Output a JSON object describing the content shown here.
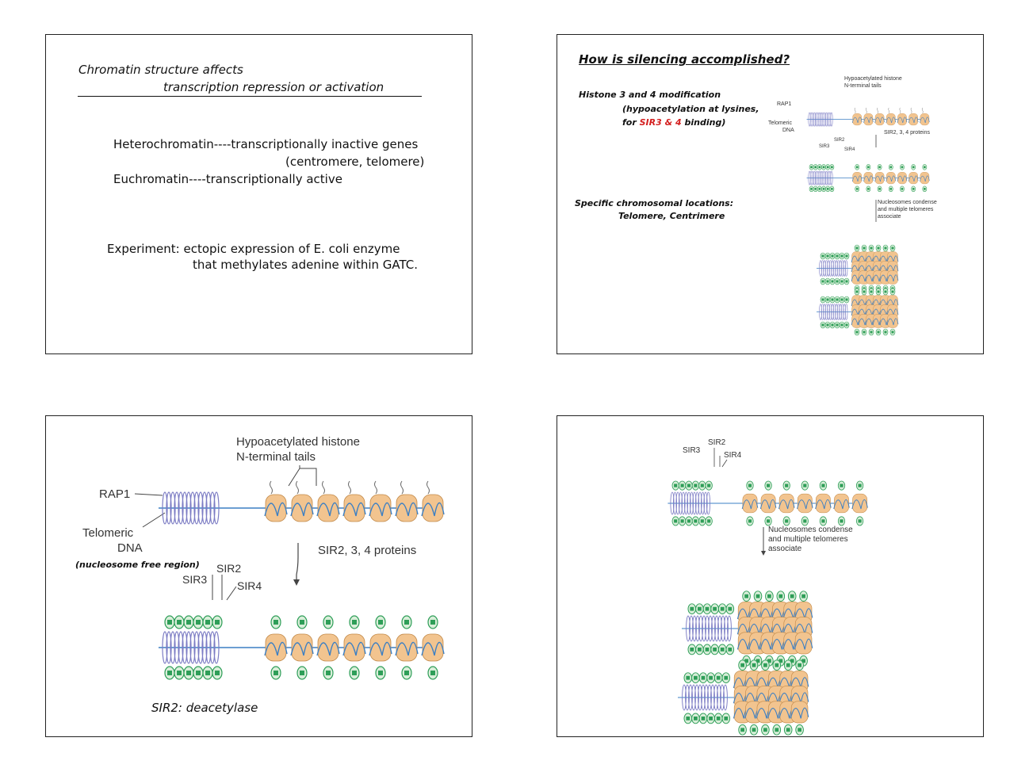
{
  "slide1": {
    "title_line1": "Chromatin structure affects",
    "title_line2": "transcription repression or activation",
    "hetero_line1": "Heterochromatin----transcriptionally inactive genes",
    "hetero_line2": "(centromere, telomere)",
    "eu_line": "Euchromatin----transcriptionally active",
    "exp_line1": "Experiment:  ectopic expression of E. coli enzyme",
    "exp_line2": "that methylates adenine within GATC."
  },
  "slide2": {
    "title": "How is silencing accomplished?",
    "histone_line1": "Histone 3 and 4 modification",
    "histone_line2": "(hypoacetylation at lysines,",
    "histone_line3_prefix": "for",
    "histone_line3_red": "SIR3 & 4",
    "histone_line3_suffix": "binding)",
    "loc_line1": "Specific chromosomal locations:",
    "loc_line2": "Telomere, Centrimere",
    "fig_hypo": "Hypoacetylated histone",
    "fig_tails": "N-terminal tails",
    "fig_rap1": "RAP1",
    "fig_telomeric": "Telomeric",
    "fig_dna": "DNA",
    "fig_sir2": "SIR2",
    "fig_sir3": "SIR3",
    "fig_sir4": "SIR4",
    "fig_proteins": "SIR2, 3, 4 proteins",
    "fig_cond1": "Nucleosomes condense",
    "fig_cond2": "and multiple telomeres",
    "fig_cond3": "associate"
  },
  "slide3": {
    "hypo": "Hypoacetylated histone",
    "tails": "N-terminal tails",
    "rap1": "RAP1",
    "telomeric": "Telomeric",
    "dna": "DNA",
    "nfr": "(nucleosome free region)",
    "sir2": "SIR2",
    "sir3": "SIR3",
    "sir4": "SIR4",
    "proteins": "SIR2, 3, 4 proteins",
    "caption": "SIR2: deacetylase"
  },
  "slide4": {
    "sir2": "SIR2",
    "sir3": "SIR3",
    "sir4": "SIR4",
    "cond1": "Nucleosomes condense",
    "cond2": "and multiple telomeres",
    "cond3": "associate"
  },
  "colors": {
    "nucleosome": "#f2c48f",
    "dna_blue": "#3b7fc4",
    "telomere_purple": "#7c7cc4",
    "sir_green": "#2e9e58",
    "highlight_red": "#d42020"
  }
}
